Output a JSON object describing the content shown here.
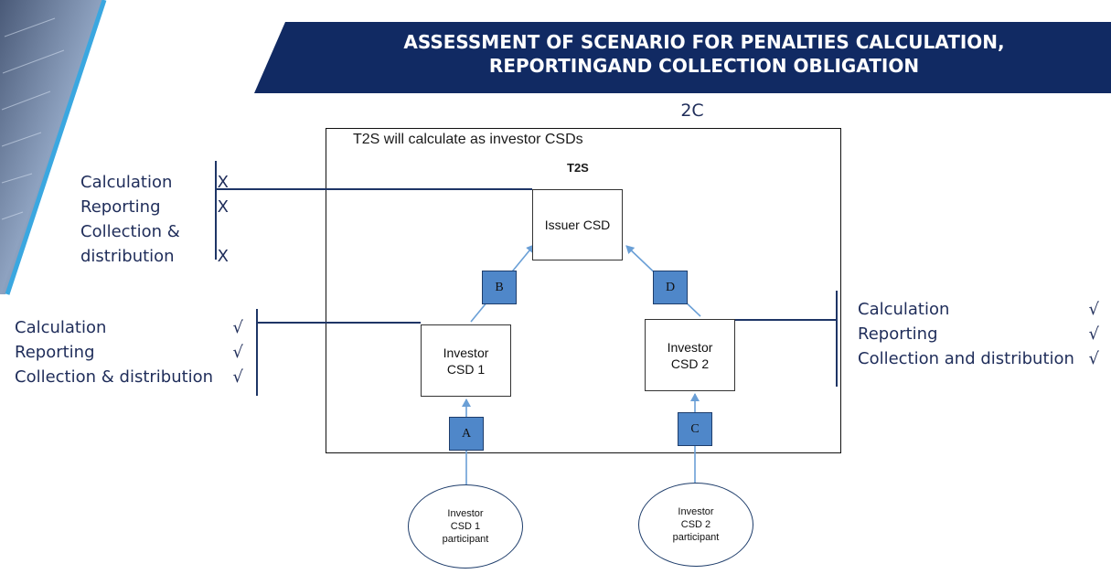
{
  "header": {
    "title_line1": "ASSESSMENT OF SCENARIO FOR PENALTIES CALCULATION,",
    "title_line2": "REPORTINGAND COLLECTION OBLIGATION",
    "scenario": "2C"
  },
  "diagram": {
    "frame_note": "T2S will calculate as investor CSDs",
    "t2s_label": "T2S",
    "nodes": {
      "issuer": "Issuer CSD",
      "investor1": "Investor\nCSD 1",
      "investor2": "Investor\nCSD 2"
    },
    "flows": {
      "a": "A",
      "b": "B",
      "c": "C",
      "d": "D"
    },
    "participants": {
      "p1": "Investor\nCSD 1\nparticipant",
      "p2": "Investor\nCSD 2\nparticipant"
    }
  },
  "panels": {
    "issuer": {
      "rows": [
        {
          "label": "Calculation",
          "mark": "X"
        },
        {
          "label": "Reporting",
          "mark": "X"
        },
        {
          "label": "Collection &",
          "mark": ""
        },
        {
          "label": "distribution",
          "mark": "X"
        }
      ]
    },
    "investor1": {
      "rows": [
        {
          "label": "Calculation",
          "mark": "√"
        },
        {
          "label": "Reporting",
          "mark": "√"
        },
        {
          "label": "Collection & distribution",
          "mark": "√"
        }
      ]
    },
    "investor2": {
      "rows": [
        {
          "label": "Calculation",
          "mark": "√"
        },
        {
          "label": "Reporting",
          "mark": "√"
        },
        {
          "label": "Collection and distribution",
          "mark": "√"
        }
      ]
    }
  },
  "colors": {
    "banner": "#112a63",
    "accent": "#3aa7e0",
    "panel_text": "#1f2d5a",
    "flow_box": "#4f87c9",
    "arrow": "#6a9fd6"
  }
}
